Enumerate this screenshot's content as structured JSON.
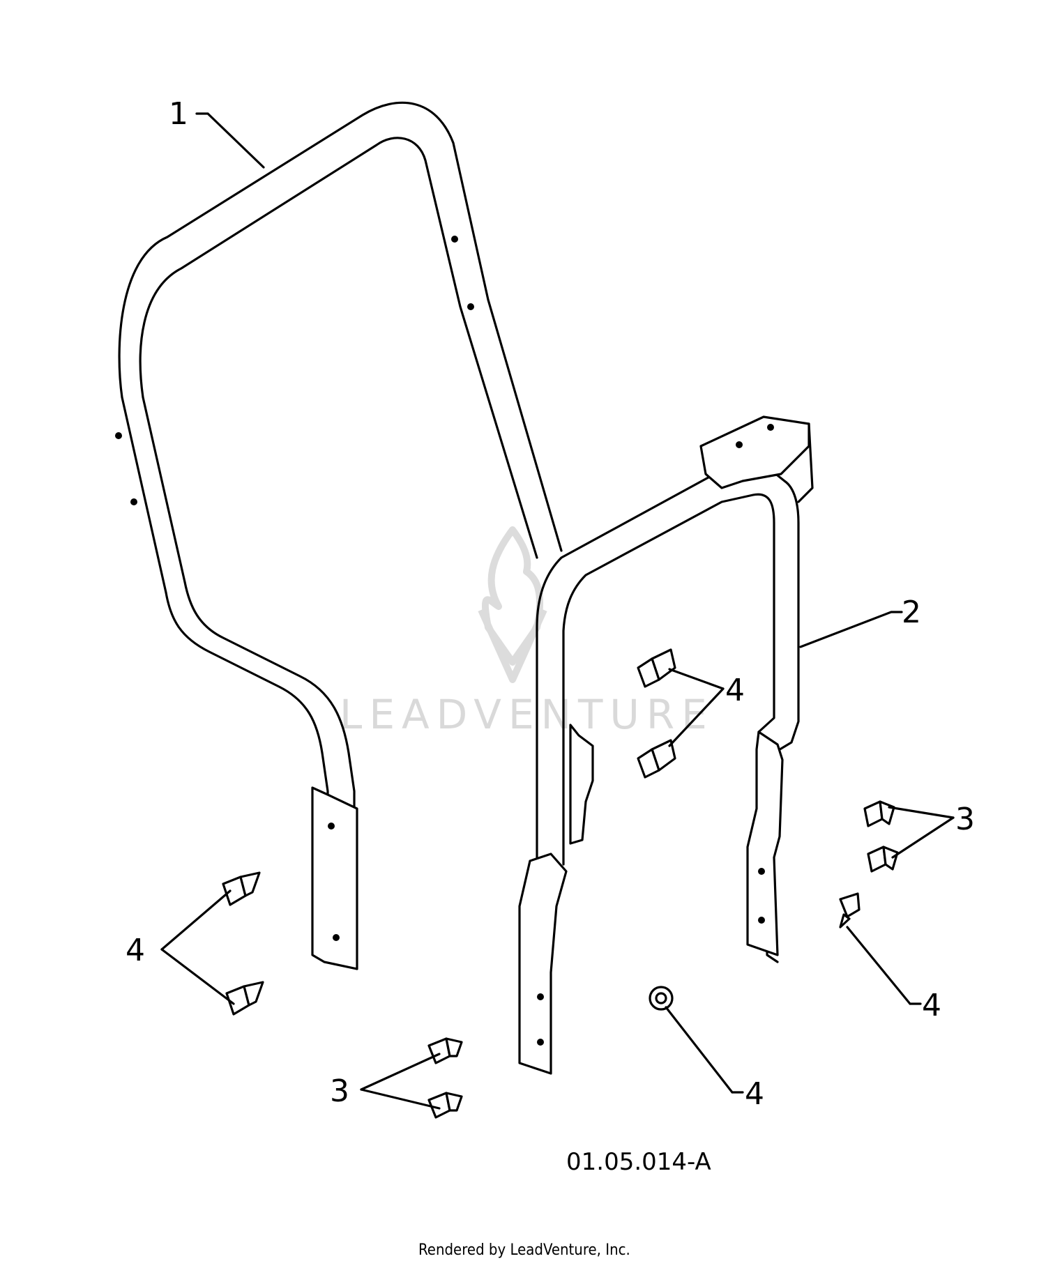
{
  "diagram": {
    "callouts": {
      "bar_upper": "1",
      "bar_rear": "2",
      "bolts_right": "3",
      "bolts_bottom": "3",
      "nut_left": "4",
      "nut_center": "4",
      "nut_bottom": "4",
      "nut_right": "4"
    },
    "drawing_number": "01.05.014-A",
    "credit": "Rendered by LeadVenture, Inc.",
    "watermark": "LEADVENTURE"
  }
}
